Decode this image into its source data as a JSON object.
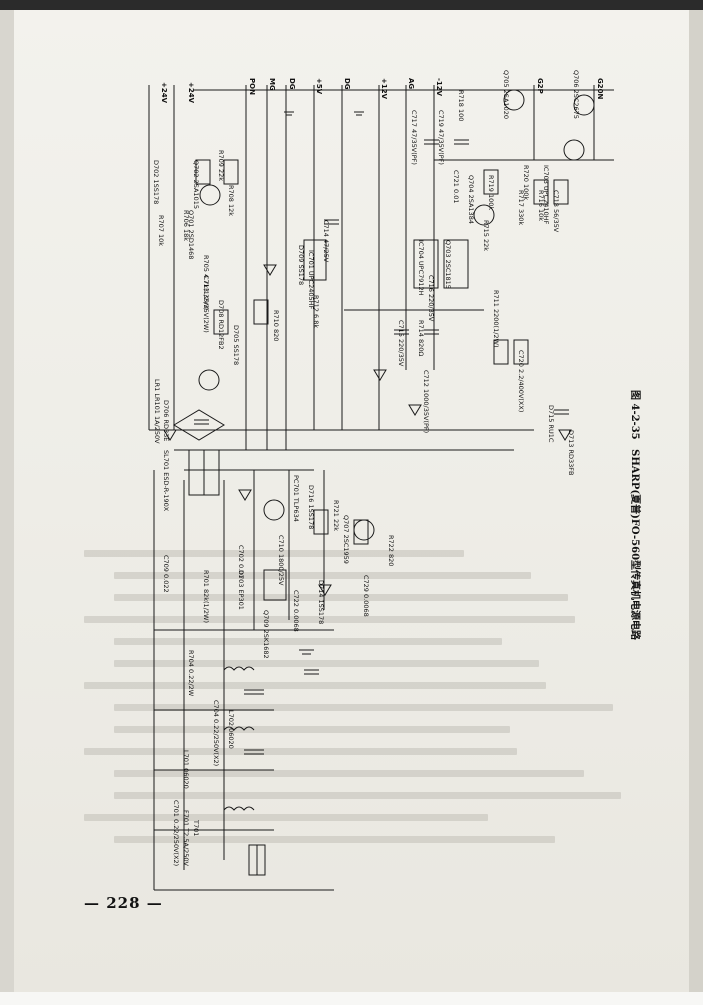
{
  "page": {
    "number": "— 228 —",
    "figure_number": "图 4-2-35",
    "figure_title": "SHARP(夏普)FO-560型传真机电源电路"
  },
  "rails": [
    "+24V",
    "+24V",
    "PON",
    "MG",
    "DG",
    "+5V",
    "DG",
    "+12V",
    "AG",
    "-12V",
    "G2P",
    "G20N"
  ],
  "component_labels": [
    "D702 1SS178",
    "R706 18k",
    "Q702 2SA1015",
    "Q701 2SD1468",
    "R709 22k",
    "R708 12k",
    "R707 10k",
    "R705 4.7k(1/2W)",
    "C713 35/35V(2W)",
    "D708 RD12FB2",
    "C714 47/25V",
    "D709 SS178",
    "IC701 UPC2405HF",
    "C717 47/35V(PF)",
    "C719 47/35V(PF)",
    "R718 100",
    "Q705 2SA1020",
    "Q706 2SC2675",
    "C721 0.01",
    "Q704 2SA1384",
    "R719 100k",
    "R720 100k",
    "IC703 UPC2410HF",
    "IC704 UPC7912H",
    "Q703 2SC1815",
    "R715 22k",
    "R717 330k",
    "R716 10k",
    "C718 56/35V",
    "C716 220/35V",
    "C715 220/35V",
    "R714 820Ω",
    "R710 820",
    "R712 6.8k",
    "R711 2200(1/2W)",
    "C720 2.2/400V(XX)",
    "D715 RU1C",
    "D713 RD33FB",
    "C712 1000/35V(PF)",
    "D706 RD33E",
    "D705 SS178",
    "PC701 TLP634",
    "Q707 2SC1959",
    "R722 820",
    "C729 0.0068",
    "C722 0.0068",
    "R721 22k",
    "D716 1SS178",
    "D714 1SS178",
    "C710 1800/25V",
    "C702 0.01",
    "D703 EP301",
    "C709 0.022",
    "R701 82k(1/2W)",
    "Q709 2SK1682",
    "R704 0.22/2W",
    "C704 0.22/250V(X2)",
    "L702 06020",
    "L701 06020",
    "C701 0.22/250V(X2)",
    "F701 T2.5A/250V",
    "SL701 ESD-R-190X",
    "T701",
    "LR1 LR101 1A/250V"
  ],
  "ghost_lines": 14
}
